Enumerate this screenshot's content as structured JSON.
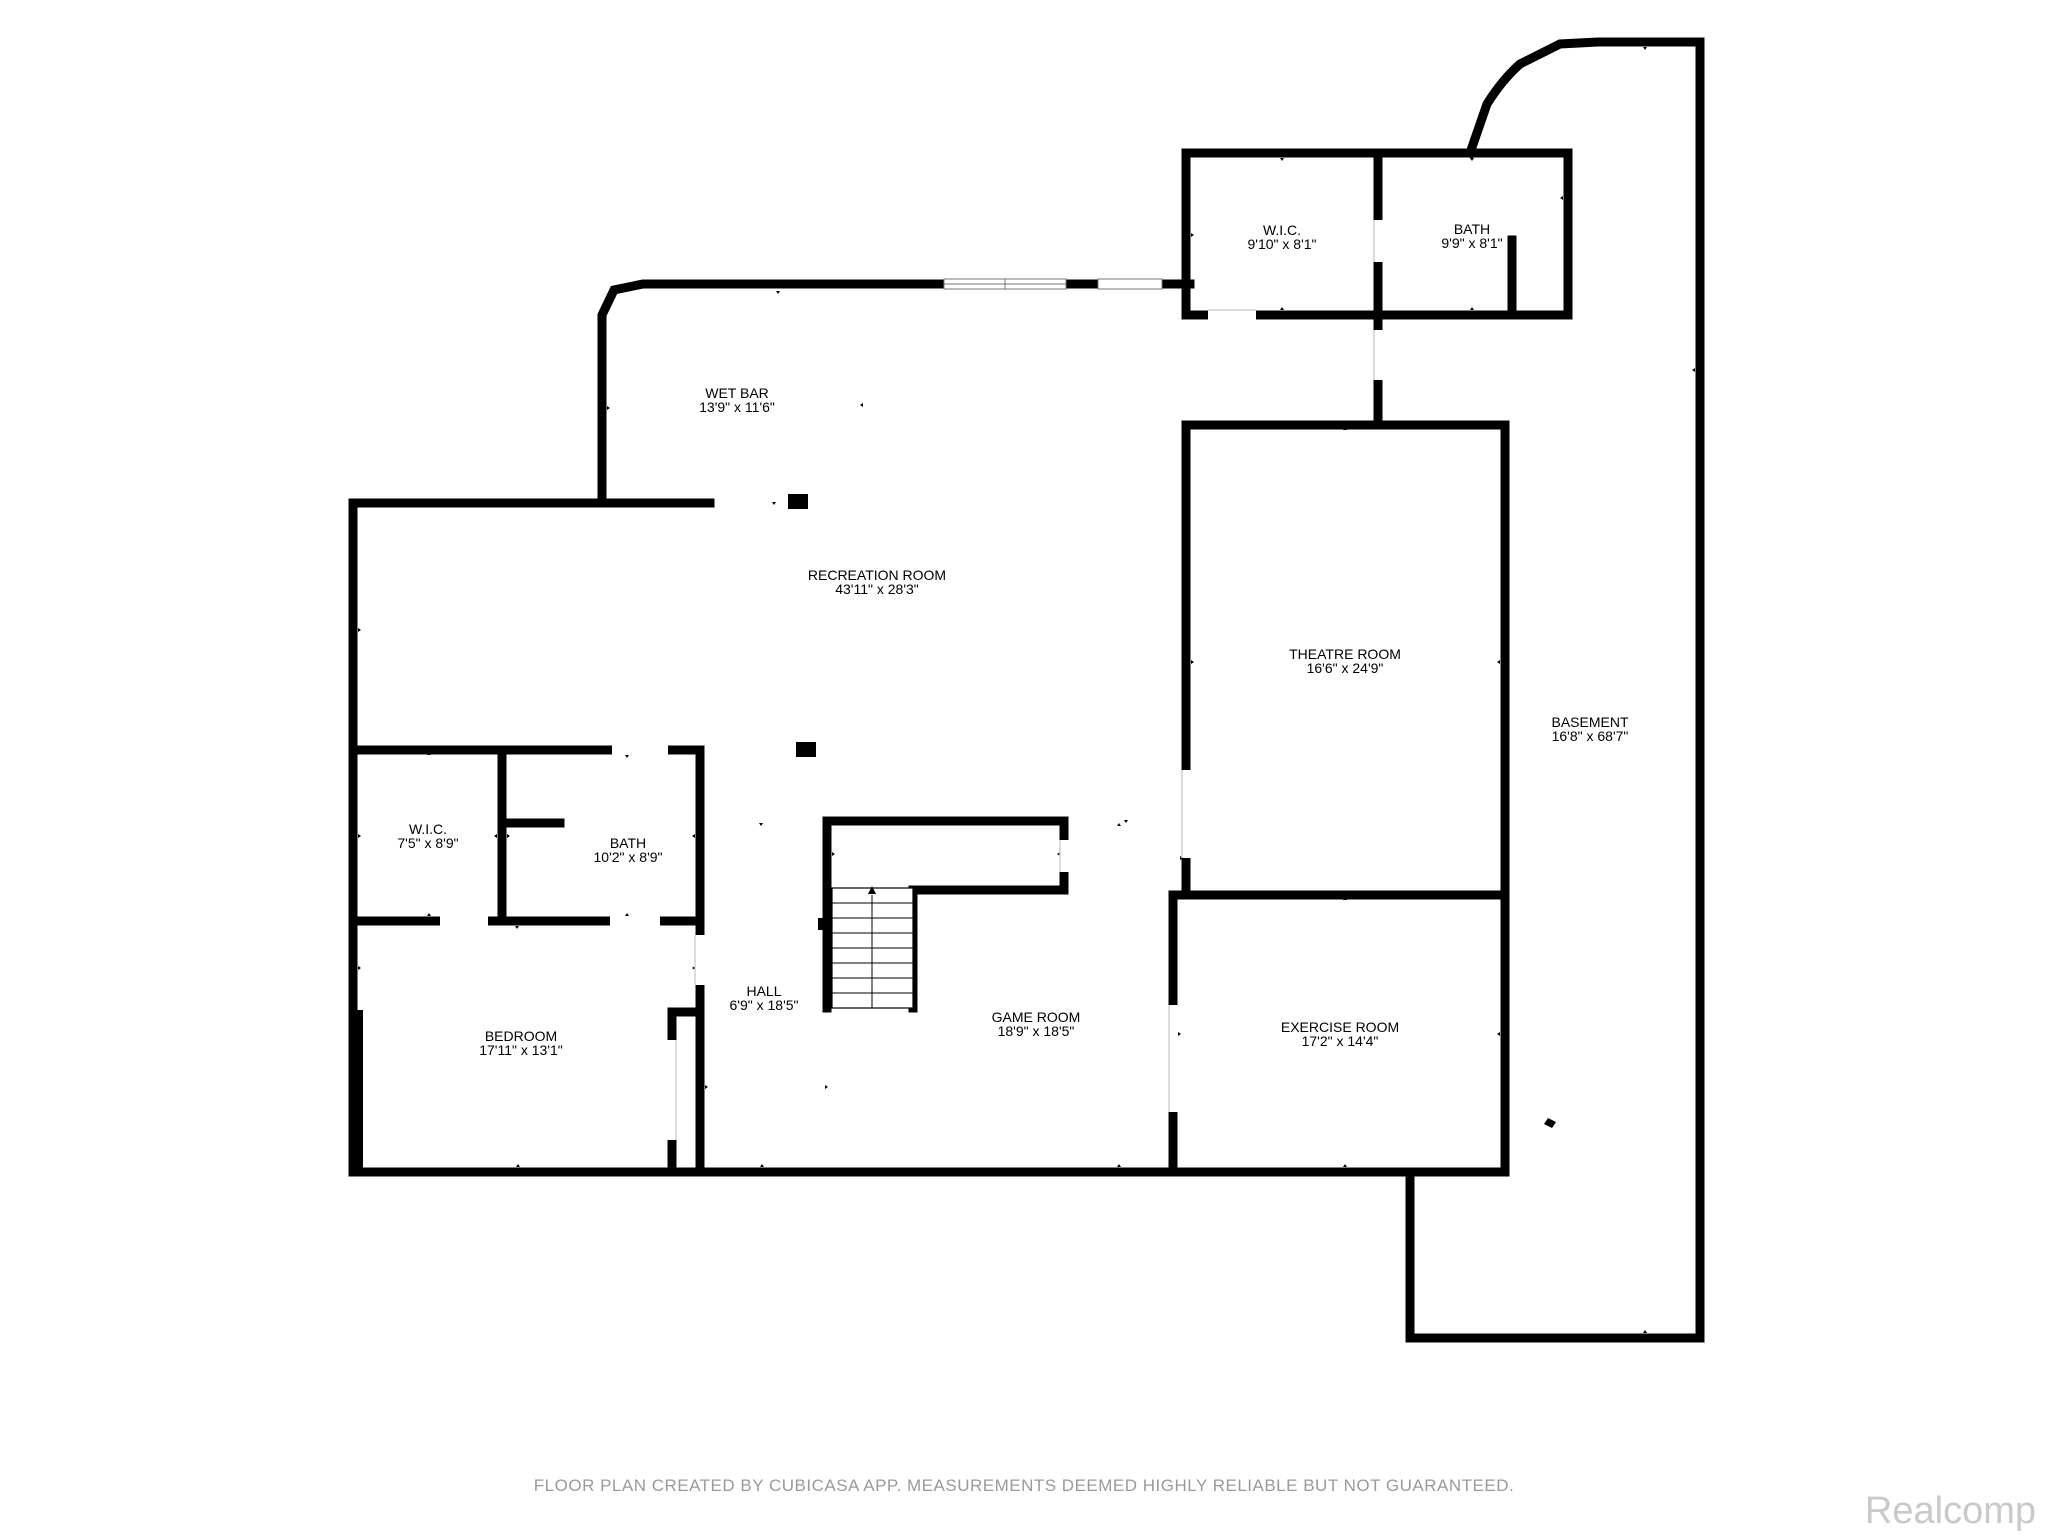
{
  "rooms": {
    "wic_upper": {
      "name": "W.I.C.",
      "dim": "9'10\" x 8'1\""
    },
    "bath_upper": {
      "name": "BATH",
      "dim": "9'9\" x 8'1\""
    },
    "wet_bar": {
      "name": "WET BAR",
      "dim": "13'9\" x 11'6\""
    },
    "recreation": {
      "name": "RECREATION ROOM",
      "dim": "43'11\" x 28'3\""
    },
    "theatre": {
      "name": "THEATRE ROOM",
      "dim": "16'6\" x 24'9\""
    },
    "basement": {
      "name": "BASEMENT",
      "dim": "16'8\" x 68'7\""
    },
    "wic_lower": {
      "name": "W.I.C.",
      "dim": "7'5\" x 8'9\""
    },
    "bath_lower": {
      "name": "BATH",
      "dim": "10'2\" x 8'9\""
    },
    "hall": {
      "name": "HALL",
      "dim": "6'9\" x 18'5\""
    },
    "game": {
      "name": "GAME ROOM",
      "dim": "18'9\" x 18'5\""
    },
    "exercise": {
      "name": "EXERCISE ROOM",
      "dim": "17'2\" x 14'4\""
    },
    "bedroom": {
      "name": "BEDROOM",
      "dim": "17'11\" x 13'1\""
    }
  },
  "footer": {
    "disclaimer": "FLOOR PLAN CREATED BY CUBICASA APP. MEASUREMENTS DEEMED HIGHLY RELIABLE BUT NOT GUARANTEED."
  },
  "brand": {
    "name": "Realcomp"
  }
}
